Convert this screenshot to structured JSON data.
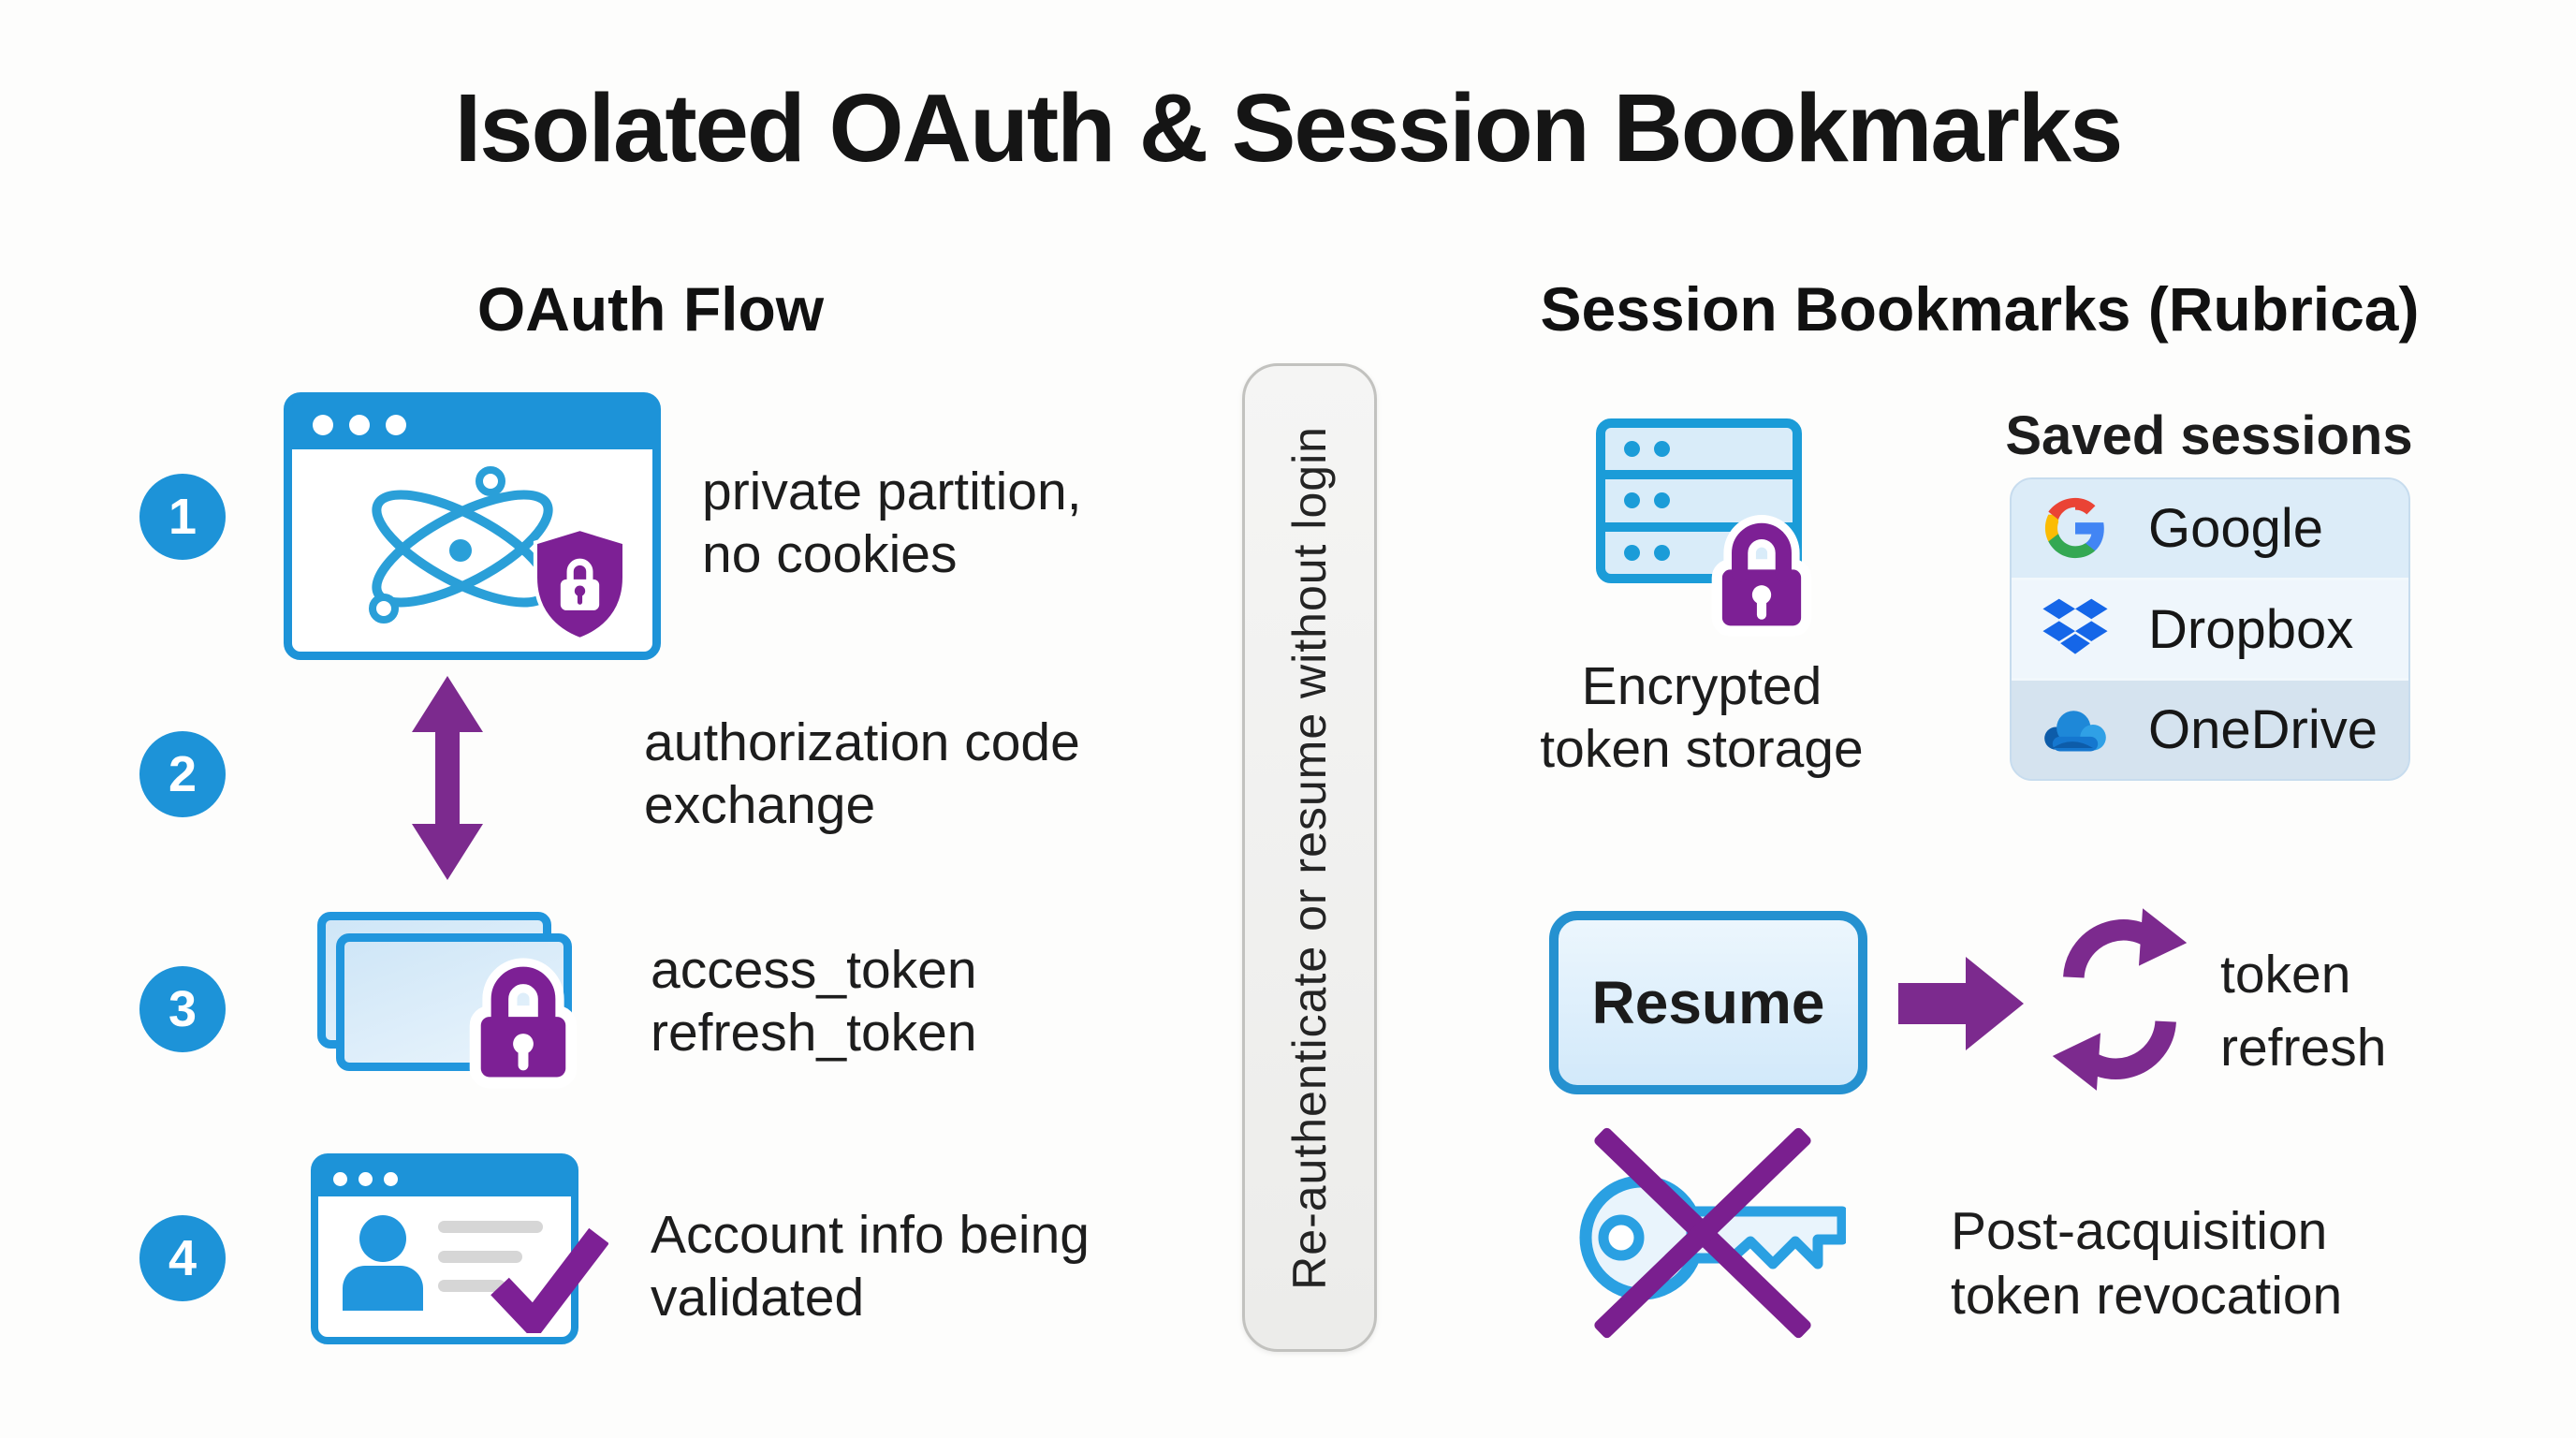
{
  "title": "Isolated OAuth & Session Bookmarks",
  "left": {
    "header": "OAuth Flow",
    "steps": [
      {
        "number": "1",
        "caption1": "private partition,",
        "caption2": "no cookies"
      },
      {
        "number": "2",
        "caption1": "authorization code",
        "caption2": "exchange"
      },
      {
        "number": "3",
        "caption1": "access_token",
        "caption2": "refresh_token"
      },
      {
        "number": "4",
        "caption1": "Account info being",
        "caption2": "validated"
      }
    ]
  },
  "divider": {
    "label": "Re-authenticate or resume without login"
  },
  "right": {
    "header": "Session Bookmarks (Rubrica)",
    "storage": {
      "caption1": "Encrypted",
      "caption2": "token storage"
    },
    "saved_sessions": {
      "title": "Saved sessions",
      "items": [
        {
          "label": "Google"
        },
        {
          "label": "Dropbox"
        },
        {
          "label": "OneDrive"
        }
      ]
    },
    "resume": {
      "button_label": "Resume",
      "caption1": "token",
      "caption2": "refresh"
    },
    "revocation": {
      "caption1": "Post-acquisition",
      "caption2": "token revocation"
    }
  },
  "colors": {
    "blue": "#1d93d8",
    "light_blue_fill": "#d9ecf9",
    "purple": "#7d2095",
    "arrow_purple": "#7c2a8e",
    "text": "#1d1d1d",
    "panel_bg": "#d9e9f6",
    "bar_bg": "#f2f2f1",
    "dropbox_blue": "#1566e8",
    "onedrive_blue": "#1577cf",
    "google_colors": [
      "#4285F4",
      "#34A853",
      "#FBBC05",
      "#EA4335"
    ]
  },
  "icons": {
    "electron-logo-icon": "atom orbits",
    "shield-lock-icon": "shield with padlock",
    "double-arrow-icon": "↕",
    "cards-lock-icon": "stacked cards with padlock",
    "profile-check-icon": "browser with user and checkmark",
    "server-lock-icon": "server stack with padlock",
    "google-icon": "Google G",
    "dropbox-icon": "Dropbox diamonds",
    "onedrive-icon": "cloud",
    "arrow-right-icon": "→",
    "token-refresh-icon": "⟳",
    "revoked-key-icon": "key with X"
  }
}
